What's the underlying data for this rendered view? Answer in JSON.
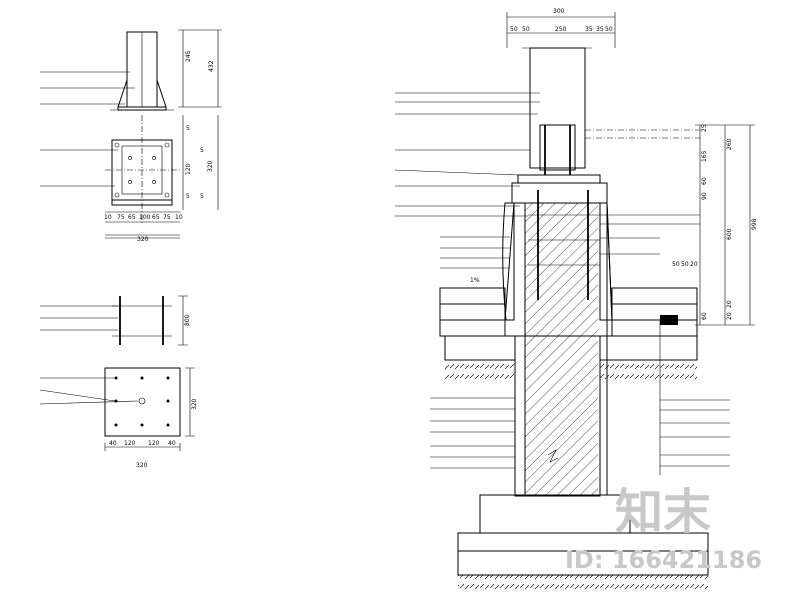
{
  "dims": {
    "top_width": "300",
    "top_segments": [
      "50",
      "50",
      "250",
      "35",
      "35",
      "50"
    ],
    "left_heights_upper": [
      "245",
      "432"
    ],
    "left_heights_lower": [
      "5",
      "120",
      "5",
      "320",
      "5",
      "5"
    ],
    "left_bottom_row": [
      "10",
      "75",
      "65",
      "100",
      "65",
      "75",
      "10"
    ],
    "left_total_width": "320",
    "plate_height": "800",
    "plate_side": "320",
    "plate_bottom_row": [
      "40",
      "120",
      "120",
      "40"
    ],
    "right_heights": [
      "25",
      "165",
      "60",
      "260",
      "90",
      "600",
      "998"
    ],
    "right_lower": [
      "60",
      "20",
      "20"
    ],
    "right_small": [
      "50",
      "50",
      "20"
    ],
    "slope": "1%"
  },
  "watermark": {
    "logo": "知末",
    "id": "ID: 166421186"
  }
}
